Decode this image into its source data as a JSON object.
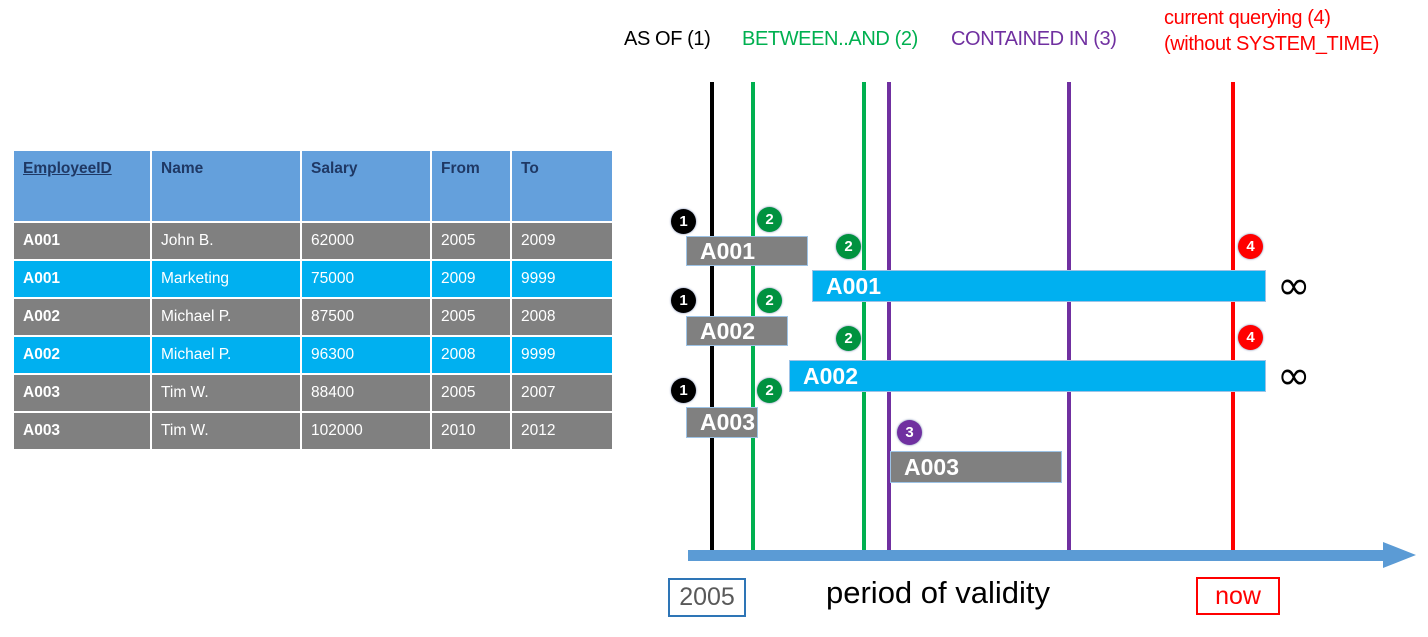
{
  "table": {
    "columns": [
      "EmployeeID",
      "Name",
      "Salary",
      "From",
      "To"
    ],
    "rows": [
      {
        "id": "A001",
        "name": "John  B.",
        "salary": "62000",
        "from": "2005",
        "to": "2009",
        "style": "gray"
      },
      {
        "id": "A001",
        "name": "Marketing",
        "salary": "75000",
        "from": "2009",
        "to": "9999",
        "style": "cyan"
      },
      {
        "id": "A002",
        "name": "Michael P.",
        "salary": "87500",
        "from": "2005",
        "to": "2008",
        "style": "gray"
      },
      {
        "id": "A002",
        "name": "Michael P.",
        "salary": "96300",
        "from": "2008",
        "to": "9999",
        "style": "cyan"
      },
      {
        "id": "A003",
        "name": "Tim W.",
        "salary": "88400",
        "from": "2005",
        "to": "2007",
        "style": "gray"
      },
      {
        "id": "A003",
        "name": "Tim W.",
        "salary": "102000",
        "from": "2010",
        "to": "2012",
        "style": "gray"
      }
    ]
  },
  "legend": {
    "as_of": "AS OF (1)",
    "between_and": "BETWEEN..AND (2)",
    "contained_in": "CONTAINED IN (3)",
    "current_line1": "current querying (4)",
    "current_line2": "(without SYSTEM_TIME)"
  },
  "colors": {
    "as_of": "#000000",
    "between_and": "#00B050",
    "contained_in": "#7030A0",
    "current": "#FF0000",
    "axis": "#5B9BD5",
    "bar_gray": "#808080",
    "bar_cyan": "#00B0F0",
    "header_blue": "#64A0DC",
    "header_text": "#1F3864"
  },
  "timeline": {
    "bars": [
      {
        "label": "A001",
        "style": "gray"
      },
      {
        "label": "A001",
        "style": "cyan"
      },
      {
        "label": "A002",
        "style": "gray"
      },
      {
        "label": "A002",
        "style": "cyan"
      },
      {
        "label": "A003",
        "style": "gray"
      },
      {
        "label": "A003",
        "style": "gray"
      }
    ],
    "badges": [
      {
        "num": "1"
      },
      {
        "num": "2"
      },
      {
        "num": "2"
      },
      {
        "num": "4"
      },
      {
        "num": "1"
      },
      {
        "num": "2"
      },
      {
        "num": "2"
      },
      {
        "num": "4"
      },
      {
        "num": "1"
      },
      {
        "num": "2"
      },
      {
        "num": "3"
      }
    ],
    "infinity_symbol": "∞",
    "start_label": "2005",
    "now_label": "now",
    "axis_caption": "period of validity"
  }
}
